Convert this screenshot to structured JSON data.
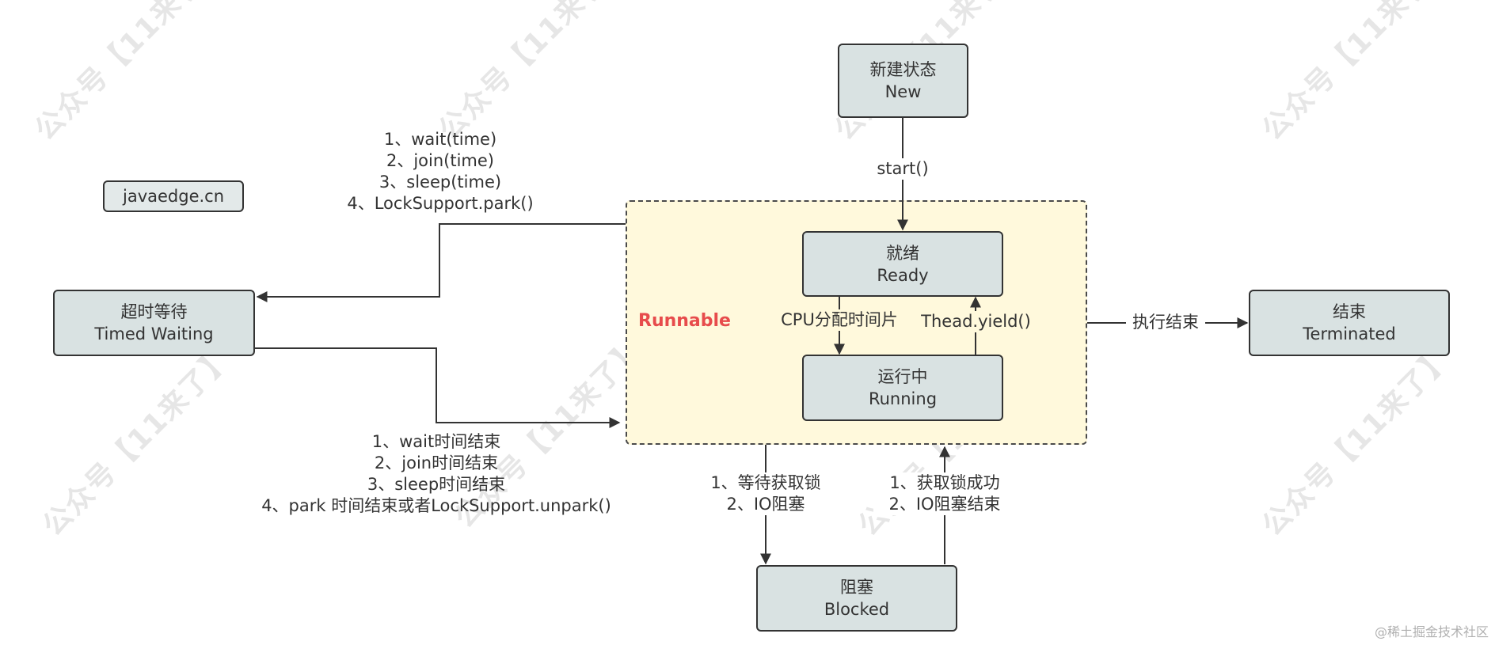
{
  "states": {
    "new": {
      "zh": "新建状态",
      "en": "New"
    },
    "ready": {
      "zh": "就绪",
      "en": "Ready"
    },
    "running": {
      "zh": "运行中",
      "en": "Running"
    },
    "timed": {
      "zh": "超时等待",
      "en": "Timed Waiting"
    },
    "terminated": {
      "zh": "结束",
      "en": "Terminated"
    },
    "blocked": {
      "zh": "阻塞",
      "en": "Blocked"
    }
  },
  "runnable_label": "Runnable",
  "site_tag": "javaedge.cn",
  "transitions": {
    "start": "start()",
    "cpu_slice": "CPU分配时间片",
    "yield": "Thead.yield()",
    "finish": "执行结束",
    "to_timed": [
      "1、wait(time)",
      "2、join(time)",
      "3、sleep(time)",
      "4、LockSupport.park()"
    ],
    "from_timed": [
      "1、wait时间结束",
      "2、join时间结束",
      "3、sleep时间结束",
      "4、park 时间结束或者LockSupport.unpark()"
    ],
    "to_blocked": [
      "1、等待获取锁",
      "2、IO阻塞"
    ],
    "from_blocked": [
      "1、获取锁成功",
      "2、IO阻塞结束"
    ]
  },
  "watermark": "公众号【11来了】",
  "footer": "@稀土掘金技术社区",
  "colors": {
    "state_fill": "#d9e2e2",
    "zone_fill": "#fff9dc",
    "runnable_text": "#e74c4c",
    "line": "#333333"
  }
}
